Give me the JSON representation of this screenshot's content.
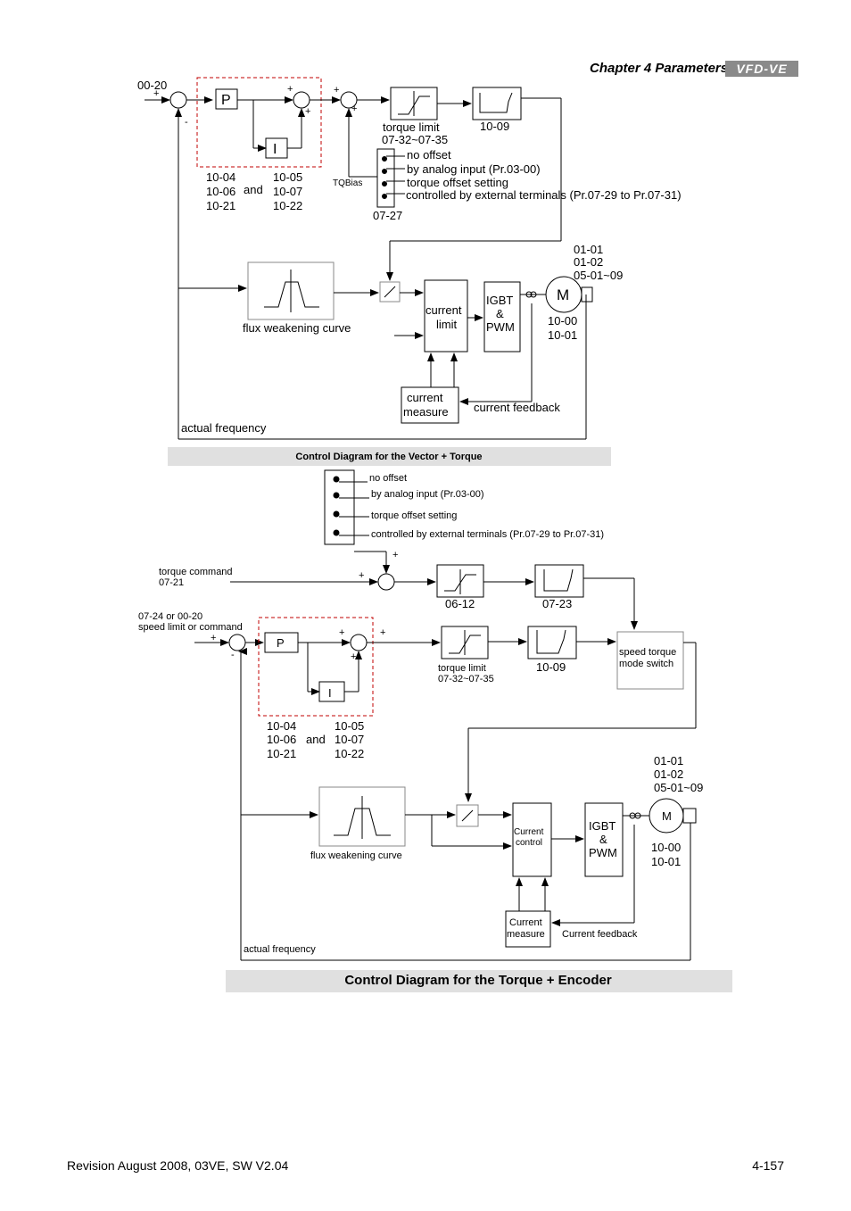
{
  "header": {
    "chapter": "Chapter 4 Parameters",
    "separator": "|",
    "logo": "VFD-VE"
  },
  "diagram1": {
    "input_param": "00-20",
    "pi_p": "P",
    "pi_i": "I",
    "pi_params_left": [
      "10-04",
      "10-06",
      "10-21"
    ],
    "pi_and": "and",
    "pi_params_right": [
      "10-05",
      "10-07",
      "10-22"
    ],
    "tq_bias": "TQBias",
    "torque_limit_label": "torque limit",
    "torque_limit_params": "07-32~07-35",
    "filter_param": "10-09",
    "offset_options": [
      "no offset",
      "by analog input  (Pr.03-00)",
      "torque offset setting",
      "controlled by external  terminals (Pr.07-29 to Pr.07-31)"
    ],
    "offset_param": "07-27",
    "motor_params_top": [
      "01-01",
      "01-02",
      "05-01~09"
    ],
    "motor_label": "M",
    "motor_params_bottom": [
      "10-00",
      "10-01"
    ],
    "flux_label": "flux weakening curve",
    "current_limit_label": [
      "current",
      "limit"
    ],
    "igbt_label": [
      "IGBT",
      "&",
      "PWM"
    ],
    "current_measure_label": [
      "current",
      "measure"
    ],
    "current_feedback_label": "current feedback",
    "actual_frequency_label": "actual frequency",
    "caption": "Control Diagram for the Vector + Torque"
  },
  "diagram2": {
    "offset_options": [
      "no offset",
      "by analog input  (Pr.03-00)",
      "torque offset setting",
      "controlled by external  terminals (Pr.07-29 to Pr.07-31)"
    ],
    "torque_command_label": [
      "torque command",
      "07-21"
    ],
    "limiter_param": "06-12",
    "filter1_param": "07-23",
    "speed_input_label": [
      "07-24 or 00-20",
      "speed limit or command"
    ],
    "pi_p": "P",
    "pi_i": "I",
    "pi_params_left": [
      "10-04",
      "10-06",
      "10-21"
    ],
    "pi_and": "and",
    "pi_params_right": [
      "10-05",
      "10-07",
      "10-22"
    ],
    "torque_limit_label": "torque limit",
    "torque_limit_params": "07-32~07-35",
    "filter2_param": "10-09",
    "switch_label": [
      "speed torque",
      "mode switch"
    ],
    "motor_params_top": [
      "01-01",
      "01-02",
      "05-01~09"
    ],
    "motor_label": "M",
    "motor_params_bottom": [
      "10-00",
      "10-01"
    ],
    "flux_label": "flux weakening curve",
    "current_control_label": [
      "Current",
      "control"
    ],
    "igbt_label": [
      "IGBT",
      "&",
      "PWM"
    ],
    "current_measure_label": [
      "Current",
      "measure"
    ],
    "current_feedback_label": "Current feedback",
    "actual_frequency_label": "actual frequency",
    "caption": "Control Diagram for the Torque + Encoder"
  },
  "footer": {
    "revision": "Revision August 2008, 03VE, SW V2.04",
    "page_number": "4-157"
  }
}
